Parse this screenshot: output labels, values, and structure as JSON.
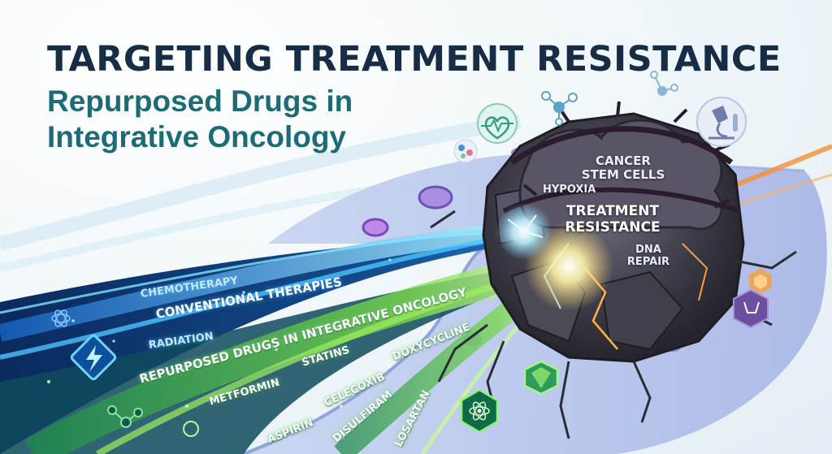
{
  "header": {
    "title": "TARGETING TREATMENT RESISTANCE",
    "subtitle": "Repurposed Drugs in Integrative Oncology"
  },
  "tumor": {
    "center_label": "TREATMENT RESISTANCE",
    "factors": [
      "CANCER STEM CELLS",
      "HYPOXIA",
      "DNA REPAIR"
    ]
  },
  "conventional": {
    "heading": "CONVENTIONAL THERAPIES",
    "items": [
      "CHEMOTHERAPY",
      "RADIATION"
    ]
  },
  "repurposed": {
    "heading": "REPURPOSED DRUGS IN INTEGRATIVE ONCOLOGY",
    "drugs": [
      "METFORMIN",
      "STATINS",
      "DOXYCYCLINE",
      "CELECOXIB",
      "ASPIRIN",
      "DISULFIRAM",
      "LOSARTAN"
    ]
  },
  "colors": {
    "title": "#172c45",
    "subtitle": "#1e6b78",
    "conventional_beam": "#2f8fe0",
    "repurposed_beam": "#6ad14a",
    "tumor": "#4a4a52",
    "membrane": "#b9c8ec"
  },
  "icons": [
    "heart-monitor-icon",
    "microscope-icon",
    "molecule-icon",
    "lightning-icon",
    "atom-icon",
    "gem-icon",
    "pill-icon"
  ]
}
